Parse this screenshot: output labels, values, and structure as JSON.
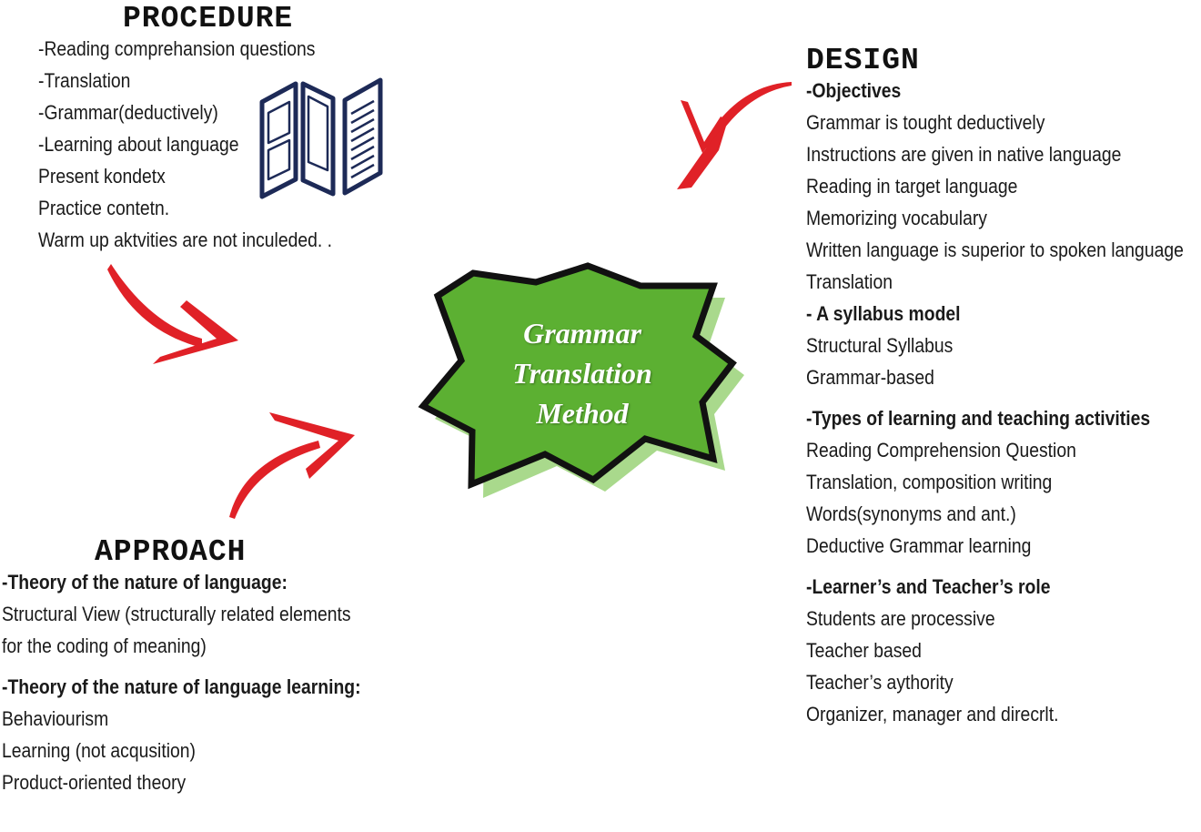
{
  "center": {
    "lines": [
      "Grammar",
      "Translation",
      "Method"
    ]
  },
  "procedure": {
    "title": "PROCEDURE",
    "items": [
      "-Reading comprehansion questions",
      "-Translation",
      "-Grammar(deductively)",
      "-Learning about language",
      "Present kondetx",
      "Practice contetn.",
      "Warm up aktvities are not inculeded. ."
    ]
  },
  "design": {
    "title": "DESIGN",
    "objectives_heading": "-Objectives",
    "objectives": [
      "Grammar is tought deductively",
      "Instructions are given in native language",
      "Reading in target language",
      "Memorizing vocabulary",
      "Written language is superior to spoken language",
      "Translation"
    ],
    "syllabus_heading": "- A syllabus model",
    "syllabus": [
      "Structural Syllabus",
      "Grammar-based"
    ],
    "activities_heading": "-Types of learning and teaching activities",
    "activities": [
      "Reading Comprehension Question",
      "Translation, composition writing",
      "Words(synonyms and ant.)",
      "Deductive Grammar learning"
    ],
    "roles_heading": "-Learner’s and Teacher’s role",
    "roles": [
      "Students are processive",
      "Teacher based",
      "Teacher’s aythority",
      "Organizer, manager and direcrlt."
    ]
  },
  "approach": {
    "title": "APPROACH",
    "theory1_heading": "-Theory of the nature of language:",
    "theory1": [
      "Structural View (structurally related elements",
      "for the coding of meaning)"
    ],
    "theory2_heading": "-Theory of the nature of language learning:",
    "theory2": [
      "Behaviourism",
      "Learning (not acqusition)",
      "Product-oriented theory"
    ]
  },
  "colors": {
    "starburst_fill": "#5cb032",
    "starburst_shadow": "#a9d98c",
    "starburst_outline": "#111111",
    "arrow": "#e02127",
    "book": "#1d2a57"
  },
  "icons": {
    "book": "open-book-icon",
    "arrow": "curved-arrow-icon"
  }
}
